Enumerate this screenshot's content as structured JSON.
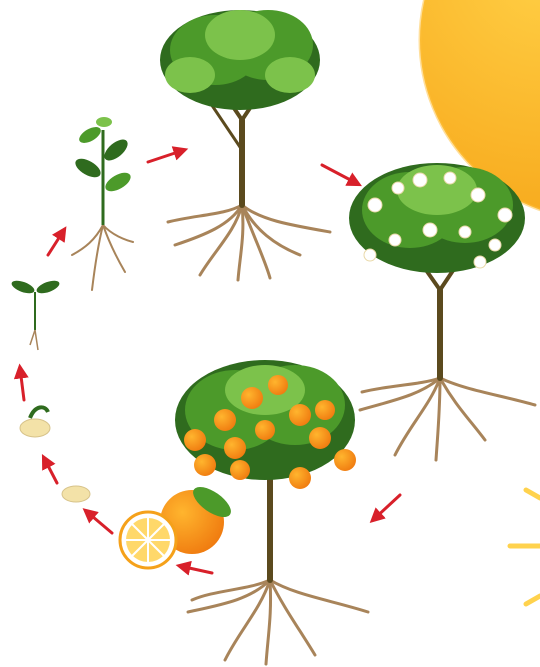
{
  "diagram": {
    "stages": [
      {
        "id": "seed",
        "icon": "seed-icon"
      },
      {
        "id": "germinating-seed",
        "icon": "germinating-seed-icon"
      },
      {
        "id": "sprout",
        "icon": "sprout-icon"
      },
      {
        "id": "seedling",
        "icon": "seedling-icon"
      },
      {
        "id": "young-tree",
        "icon": "young-tree-icon"
      },
      {
        "id": "flowering-tree",
        "icon": "flowering-tree-icon"
      },
      {
        "id": "fruiting-tree",
        "icon": "fruiting-tree-icon"
      },
      {
        "id": "orange-fruit",
        "icon": "orange-fruit-icon"
      }
    ],
    "background": {
      "icon": "orange-slice-icon"
    }
  },
  "colors": {
    "leaf_dark": "#2f6b1e",
    "leaf_mid": "#4c9a2a",
    "leaf_light": "#7cc24b",
    "trunk": "#5b4a1e",
    "root": "#a8845a",
    "arrow": "#d8202a",
    "orange": "#f5a11a",
    "orange_light": "#ffc43a",
    "flower": "#ffffff",
    "seed": "#f3e2a8"
  }
}
